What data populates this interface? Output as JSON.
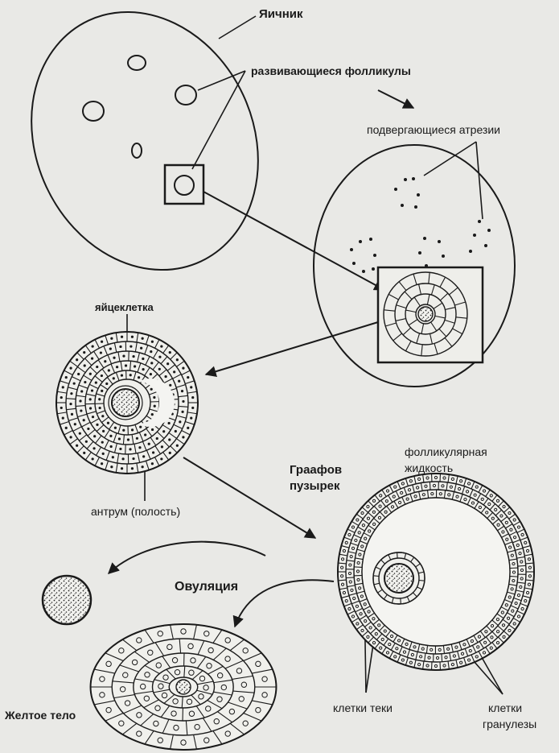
{
  "labels": {
    "ovary": "Яичник",
    "developing_follicles": "развивающиеся фолликулы",
    "atresia": "подвергающиеся атрезии",
    "oocyte": "яйцеклетка",
    "antrum": "антрум (полость)",
    "graafian_line1": "Граафов",
    "graafian_line2": "пузырек",
    "follicular_fluid_line1": "фолликулярная",
    "follicular_fluid_line2": "жидкость",
    "ovulation": "Овуляция",
    "corpus_luteum": "Желтое тело",
    "theca_cells": "клетки теки",
    "granulosa_line1": "клетки",
    "granulosa_line2": "гранулезы"
  },
  "colors": {
    "ink": "#1a1a1a",
    "paper": "#e9e9e6",
    "bleed_text": "#b5b5b2"
  }
}
